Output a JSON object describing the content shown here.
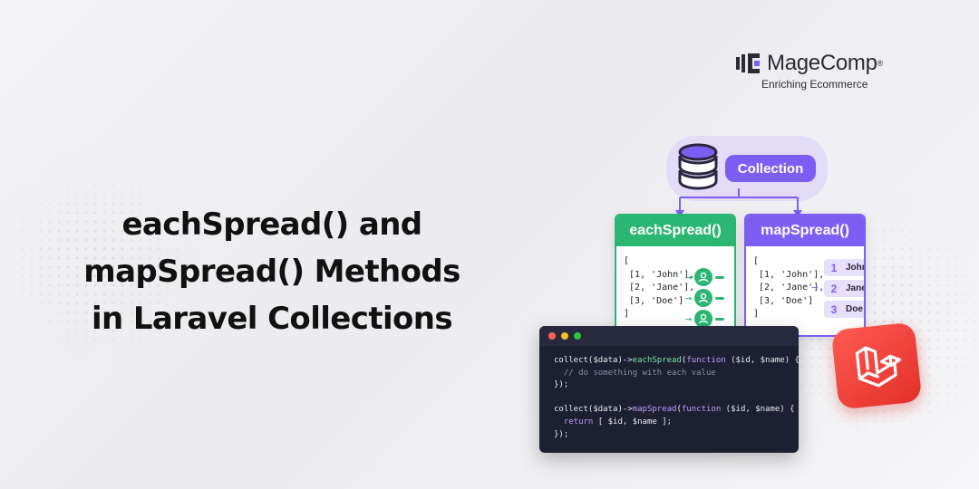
{
  "brand": {
    "name": "MageComp",
    "registered": "®",
    "tagline": "Enriching Ecommerce"
  },
  "headline": {
    "lines": [
      "eachSpread() and",
      "mapSpread() Methods",
      "in Laravel Collections"
    ]
  },
  "diagram": {
    "root_label": "Collection",
    "left_card": {
      "title": "eachSpread()",
      "open_bracket": "[",
      "rows": [
        "[1, 'John'],",
        "[2, 'Jane'],",
        "[3, 'Doe']"
      ],
      "close_bracket": "]"
    },
    "right_card": {
      "title": "mapSpread()",
      "open_bracket": "[",
      "rows": [
        "[1, 'John'],",
        "[2, 'Jane'],",
        "[3, 'Doe']"
      ],
      "close_bracket": "]",
      "outputs": [
        {
          "num": "1",
          "name": "John"
        },
        {
          "num": "2",
          "name": "Jane"
        },
        {
          "num": "3",
          "name": "Doe"
        }
      ]
    }
  },
  "code": {
    "lines": [
      "collect($data)->eachSpread(function ($id, $name) {",
      "  // do something with each value",
      "});",
      "",
      "collect($data)->mapSpread(function ($id, $name) {",
      "  return [ $id, $name ];",
      "});"
    ]
  },
  "colors": {
    "green": "#2bb673",
    "purple": "#7c5ef2",
    "laravel_red": "#ef3b33",
    "code_bg": "#1d2030"
  },
  "icons": [
    "database-icon",
    "person-icon",
    "laravel-logo-icon"
  ]
}
